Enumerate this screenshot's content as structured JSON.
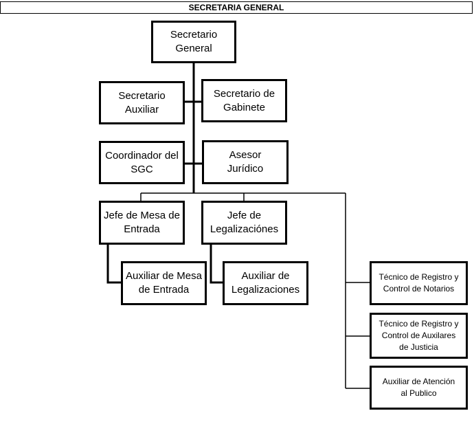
{
  "header": {
    "title": "SECRETARIA GENERAL"
  },
  "nodes": {
    "secretario_general": "Secretario\nGeneral",
    "secretario_auxiliar": "Secretario\nAuxiliar",
    "secretario_gabinete": "Secretario de\nGabinete",
    "coordinador_sgc": "Coordinador del\nSGC",
    "asesor_juridico": "Asesor\nJurídico",
    "jefe_mesa_entrada": "Jefe de Mesa de\nEntrada",
    "jefe_legalizaciones": "Jefe de\nLegalizaciónes",
    "auxiliar_mesa_entrada": "Auxiliar de Mesa\nde Entrada",
    "auxiliar_legalizaciones": "Auxiliar de\nLegalizaciones",
    "tecnico_notarios": "Técnico de Registro y\nControl de Notarios",
    "tecnico_auxiliares": "Técnico de Registro y\nControl de Auxilares\nde Justicia",
    "auxiliar_atencion": "Auxiliar de Atención\nal Publico"
  }
}
